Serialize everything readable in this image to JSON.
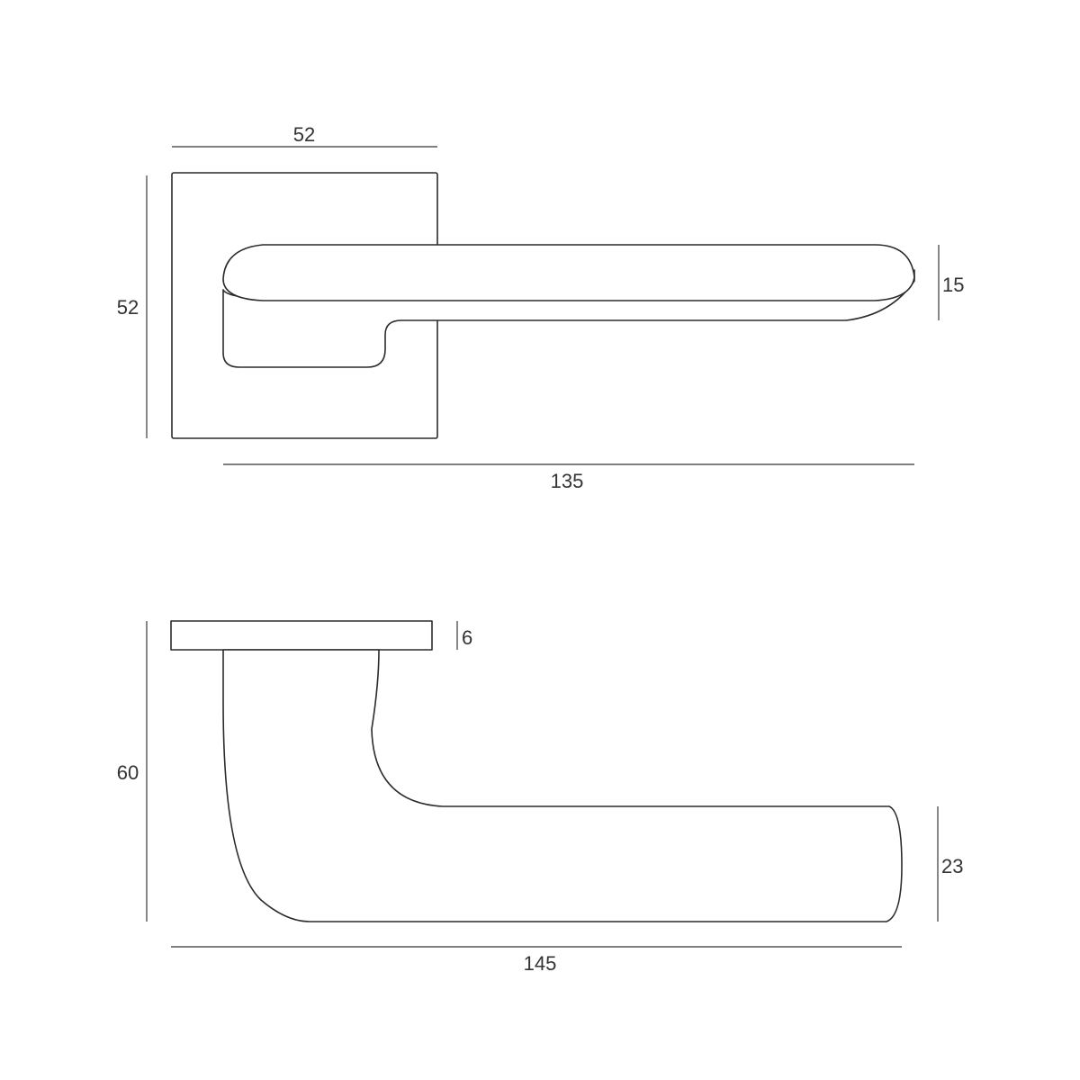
{
  "top_view": {
    "rose_width": "52",
    "rose_height": "52",
    "lever_length": "135",
    "lever_thickness": "15"
  },
  "side_view": {
    "rose_thickness": "6",
    "total_height": "60",
    "lever_length": "145",
    "lever_height": "23"
  },
  "colors": {
    "line": "#2b2b2b",
    "dimension": "#555555",
    "background": "#ffffff"
  }
}
